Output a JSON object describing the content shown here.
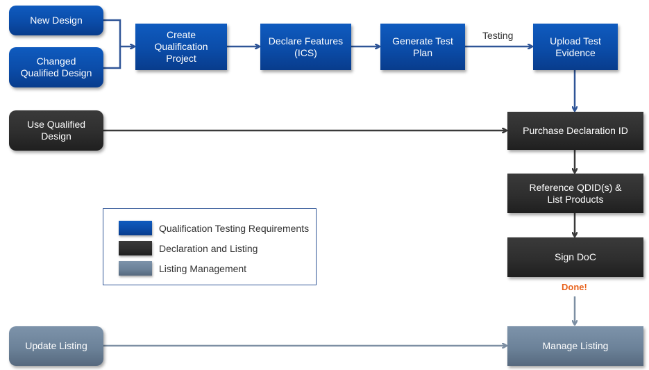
{
  "colors": {
    "qualification": "#0b4ca8",
    "declaration": "#2e2e2e",
    "listing": "#6c8299",
    "done_text": "#e8621c",
    "blue_connector": "#2f5597",
    "dark_connector": "#3a3a3a",
    "grey_connector": "#7d8fa3"
  },
  "nodes": {
    "new_design": "New Design",
    "changed_qualified_design": "Changed\nQualified Design",
    "create_qualification_project": "Create\nQualification\nProject",
    "declare_features": "Declare Features\n(ICS)",
    "generate_test_plan": "Generate Test\nPlan",
    "upload_test_evidence": "Upload Test\nEvidence",
    "use_qualified_design": "Use Qualified\nDesign",
    "purchase_declaration_id": "Purchase Declaration ID",
    "reference_qdid": "Reference QDID(s)  &\nList Products",
    "sign_doc": "Sign DoC",
    "update_listing": "Update Listing",
    "manage_listing": "Manage Listing"
  },
  "edge_labels": {
    "testing": "Testing",
    "done": "Done!"
  },
  "legend": [
    {
      "label": "Qualification Testing Requirements",
      "category": "qualification"
    },
    {
      "label": "Declaration and Listing",
      "category": "declaration"
    },
    {
      "label": "Listing Management",
      "category": "listing"
    }
  ]
}
